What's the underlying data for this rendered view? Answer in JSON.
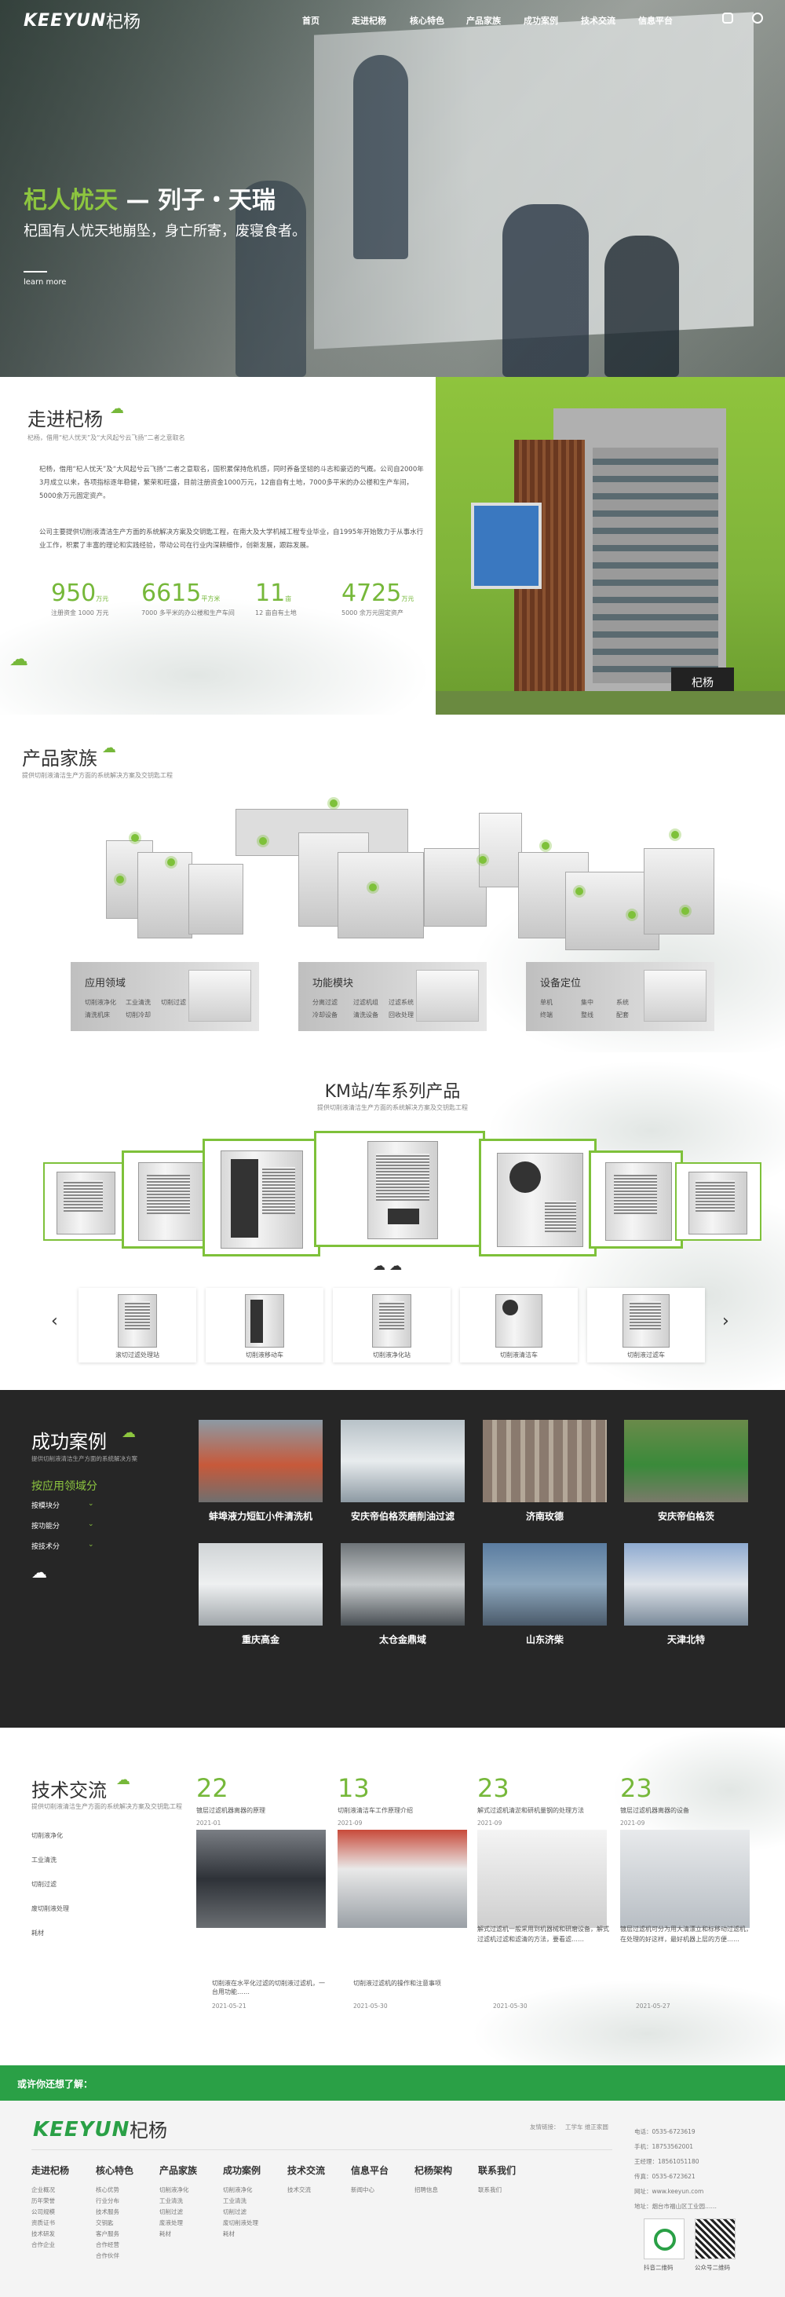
{
  "nav": {
    "logo": "KEEYUN",
    "logo_cn": "杞杨",
    "items": [
      "首页",
      "走进杞杨",
      "核心特色",
      "产品家族",
      "成功案例",
      "技术交流",
      "信息平台"
    ]
  },
  "hero": {
    "title_green": "杞人忧天",
    "title_rest": " — 列子・天瑞",
    "subtitle": "杞国有人忧天地崩坠，身亡所寄，废寝食者。",
    "more": "learn more"
  },
  "about": {
    "title": "走进杞杨",
    "tagline": "杞杨，借用“杞人忧天”及“大风起兮云飞扬”二者之意取名",
    "para1": "杞杨，借用“杞人忧天”及“大风起兮云飞扬”二者之意取名，国积累保持危机感，同时养备坚韧的斗志和豪迈的气概。公司自2000年3月成立以来，各项指标逐年稳健，繁荣和旺盛，目前注册资金1000万元，12亩自有土地，7000多平米的办公楼和生产车间，5000余万元固定资产。",
    "para2": "公司主要提供切削液清洁生产方面的系统解决方案及交钥匙工程，在南大及大学机械工程专业毕业，自1995年开始致力于从事水行业工作，积累了丰富的理论和实践经验，带动公司在行业内深耕细作，创新发展，跟踪发展。",
    "stats": [
      {
        "num": "950",
        "unit": "万元",
        "label": "注册资金 1000 万元"
      },
      {
        "num": "6615",
        "unit": "平方米",
        "label": "7000 多平米的办公楼和生产车间"
      },
      {
        "num": "11",
        "unit": "亩",
        "label": "12 亩自有土地"
      },
      {
        "num": "4725",
        "unit": "万元",
        "label": "5000 余万元固定资产"
      }
    ],
    "sign": "杞杨"
  },
  "products": {
    "title": "产品家族",
    "sub": "提供切削液清洁生产方面的系统解决方案及交钥匙工程",
    "cards": [
      {
        "title": "应用领域",
        "links": [
          "切削液净化",
          "工业清洗",
          "切削过滤",
          "清洗机床",
          "切削冷却"
        ]
      },
      {
        "title": "功能模块",
        "links": [
          "分离过滤",
          "过滤机组",
          "过滤系统",
          "冷却设备",
          "清洗设备",
          "回收处理"
        ]
      },
      {
        "title": "设备定位",
        "links": [
          "单机",
          "集中",
          "系统",
          "终端",
          "整线",
          "配套"
        ]
      }
    ]
  },
  "km": {
    "title": "KM站/车系列产品",
    "sub": "提供切削液清洁生产方面的系统解决方案及交钥匙工程",
    "thumbs": [
      "滚切过滤处理站",
      "切削液移动车",
      "切削液净化站",
      "切削液清洁车",
      "切削液过滤车"
    ]
  },
  "cases": {
    "title": "成功案例",
    "sub": "提供切削液清洁生产方面的系统解决方案",
    "filter_title": "按应用领域分",
    "filters": [
      "按模块分",
      "按功能分",
      "按技术分"
    ],
    "items": [
      "蚌埠液力短缸小件清洗机",
      "安庆帝伯格茨磨削油过滤",
      "济南玫德",
      "安庆帝伯格茨",
      "重庆高金",
      "太仓金鼎域",
      "山东济柴",
      "天津北特"
    ]
  },
  "tech": {
    "title": "技术交流",
    "sub": "提供切削液清洁生产方面的系统解决方案及交钥匙工程",
    "menu": [
      "切削液净化",
      "工业清洗",
      "切削过滤",
      "废切削液处理",
      "耗材"
    ],
    "posts": [
      {
        "num": "22",
        "title": "镀层过滤机器离器的原理",
        "date": "2021-01",
        "caption": "切削液在水平化过滤的切削液过滤机，一台用功能……",
        "d2": "2021-05-21"
      },
      {
        "num": "13",
        "title": "切削液清洁车工作原理介绍",
        "date": "2021-09",
        "caption": "切削液过滤机的操作和注意事项",
        "d2": "2021-05-30"
      },
      {
        "num": "23",
        "title": "解式过滤机清淤和研机量钢的处理方法",
        "date": "2021-09",
        "caption": "解式过滤机一般采用到机器械和研磨设备，解式过滤机过滤和滤清的方法，要看滤……",
        "d2": "2021-05-30"
      },
      {
        "num": "23",
        "title": "镀层过滤机器离器的设备",
        "date": "2021-09",
        "caption": "镀层过滤机可分为用大清漂立和标移动过滤机，在处理的好这样，最好机器上层的方便……",
        "d2": "2021-05-27"
      }
    ]
  },
  "footer": {
    "banner": "或许你还想了解：",
    "logo": "KEEYUN",
    "logo_cn": "杞杨",
    "top_links": "友情链接：",
    "top_links2": "工学车 维正家圆",
    "cols": [
      {
        "h": "走进杞杨",
        "items": [
          "企业概况",
          "历年荣誉",
          "公司规模",
          "资质证书",
          "技术研发",
          "合作企业"
        ]
      },
      {
        "h": "核心特色",
        "items": [
          "核心优势",
          "行业分布",
          "技术服务",
          "交钥匙",
          "客户服务",
          "合作经营",
          "合作伙伴"
        ]
      },
      {
        "h": "产品家族",
        "items": [
          "切削液净化",
          "工业清洗",
          "切削过滤",
          "废液处理",
          "耗材"
        ]
      },
      {
        "h": "成功案例",
        "items": [
          "切削液净化",
          "工业清洗",
          "切削过滤",
          "废切削液处理",
          "耗材"
        ]
      },
      {
        "h": "技术交流",
        "items": [
          "技术交流"
        ]
      },
      {
        "h": "信息平台",
        "items": [
          "新闻中心"
        ]
      },
      {
        "h": "杞杨架构",
        "items": [
          "招聘信息"
        ]
      },
      {
        "h": "联系我们",
        "items": [
          "联系我们"
        ]
      }
    ],
    "contact": [
      "电话：0535-6723619",
      "手机：18753562001",
      "王经理：18561051180",
      "传真：0535-6723621",
      "网址：www.keeyun.com",
      "地址：烟台市福山区工业园……"
    ],
    "qr1": "抖音二维码",
    "qr2": "公众号二维码"
  }
}
